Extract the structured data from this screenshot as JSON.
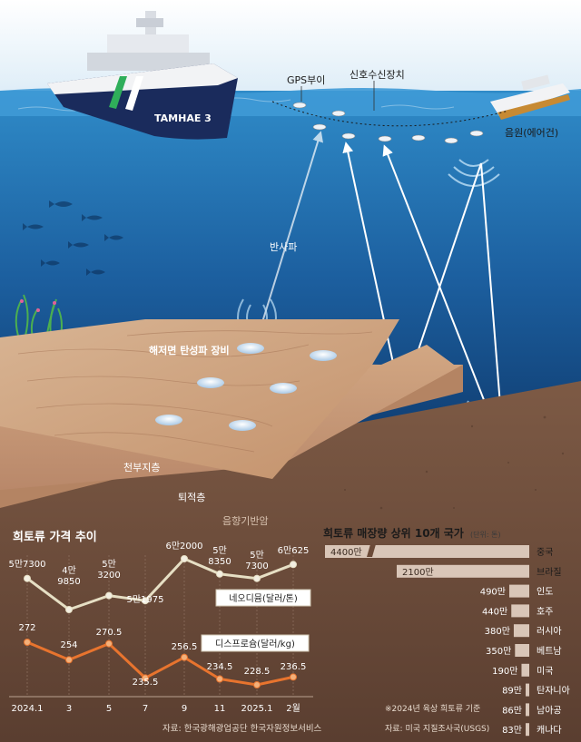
{
  "labels": {
    "gps_buoy": "GPS부이",
    "signal_receiver": "신호수신장치",
    "sound_source": "음원(에어건)",
    "reflected_wave": "반사파",
    "seafloor_equipment": "해저면 탄성파 장비",
    "bedrock_layer": "천부지층",
    "sediment_layer": "퇴적층",
    "acoustic_basement": "음향기반암",
    "ship_name": "TAMHAE 3"
  },
  "price_chart": {
    "title": "희토류 가격 추이",
    "source": "자료: 한국광해광업공단 한국자원정보서비스",
    "x_labels": [
      "2024.1",
      "3",
      "5",
      "7",
      "9",
      "11",
      "2025.1",
      "2월"
    ],
    "series": [
      {
        "name": "네오디뮴(달러/톤)",
        "color": "#e6dfc4",
        "labels": [
          "5만7300",
          "4만9850",
          "5만3200",
          "5만1975",
          "6만2000",
          "5만8350",
          "5만7300",
          "6만625"
        ],
        "values": [
          57300,
          49850,
          53200,
          51975,
          62000,
          58350,
          57300,
          60625
        ]
      },
      {
        "name": "디스프로슘(달러/kg)",
        "color": "#e8742e",
        "labels": [
          "272",
          "254",
          "270.5",
          "235.5",
          "256.5",
          "234.5",
          "228.5",
          "236.5"
        ],
        "values": [
          272,
          254,
          270.5,
          235.5,
          256.5,
          234.5,
          228.5,
          236.5
        ]
      }
    ]
  },
  "reserve_chart": {
    "title": "희토류 매장량 상위 10개 국가",
    "unit": "(단위: 톤)",
    "note": "※2024년 육상 희토류 기준",
    "source": "자료: 미국 지질조사국(USGS)",
    "items": [
      {
        "country": "중국",
        "label": "4400만",
        "value": 44000000
      },
      {
        "country": "브라질",
        "label": "2100만",
        "value": 21000000
      },
      {
        "country": "인도",
        "label": "490만",
        "value": 4900000
      },
      {
        "country": "호주",
        "label": "440만",
        "value": 4400000
      },
      {
        "country": "러시아",
        "label": "380만",
        "value": 3800000
      },
      {
        "country": "베트남",
        "label": "350만",
        "value": 3500000
      },
      {
        "country": "미국",
        "label": "190만",
        "value": 1900000
      },
      {
        "country": "탄자니아",
        "label": "89만",
        "value": 890000
      },
      {
        "country": "남아공",
        "label": "86만",
        "value": 860000
      },
      {
        "country": "캐나다",
        "label": "83만",
        "value": 830000
      }
    ]
  },
  "colors": {
    "sky": "#eef6fb",
    "ocean_top": "#2c86c4",
    "ocean_deep": "#0d3b70",
    "seafloor": "#c79a77",
    "ground": "#6b4a38",
    "ship_hull": "#1a2b5c"
  }
}
